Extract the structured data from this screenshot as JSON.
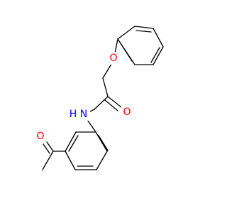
{
  "molecule": {
    "labels": {
      "oxygen_ether": "O",
      "oxygen_amide": "O",
      "nitrogen": "N",
      "hydrogen": "H",
      "oxygen_ketone": "O"
    },
    "colors": {
      "bond": "#000000",
      "oxygen": "#ff0000",
      "nitrogen": "#0000ff"
    }
  }
}
